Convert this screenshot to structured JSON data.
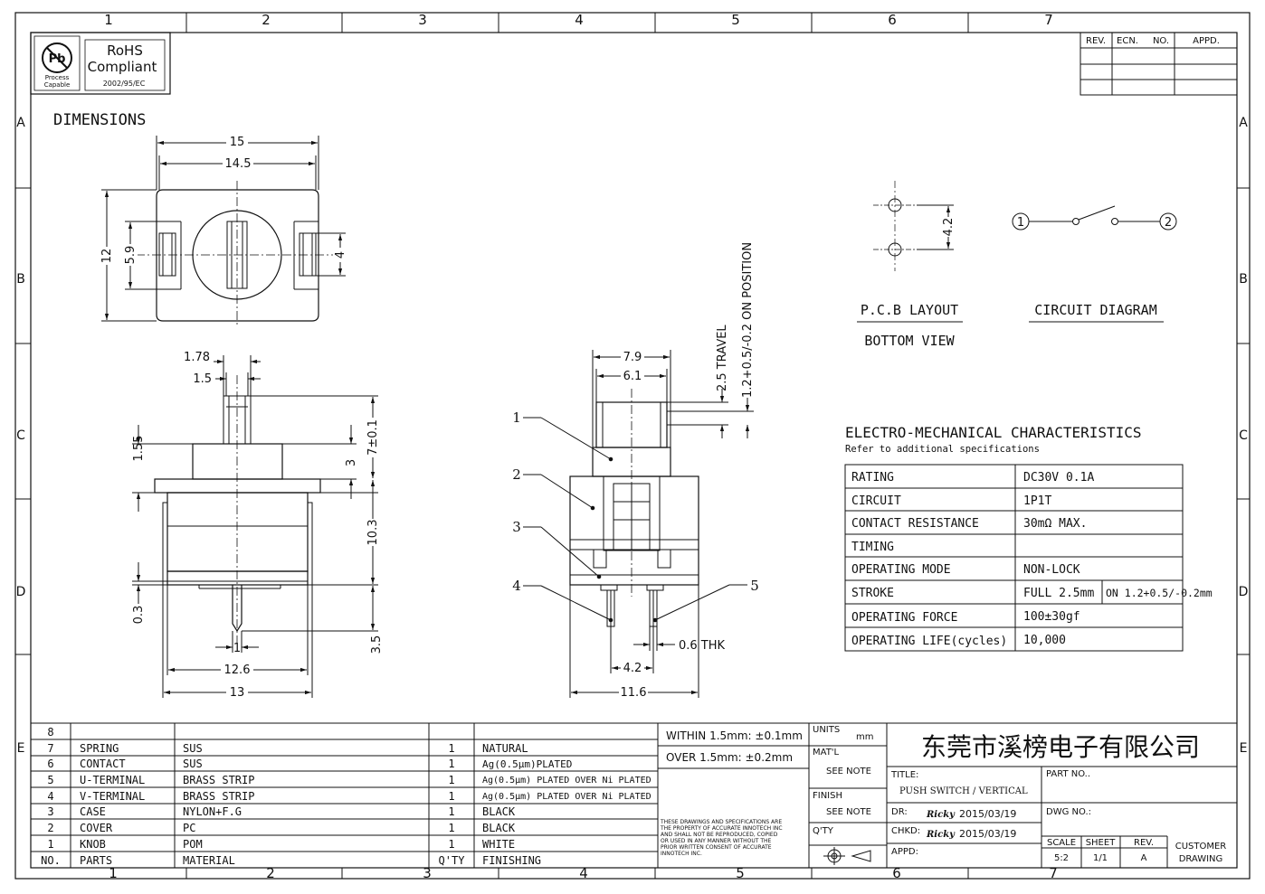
{
  "border": {
    "col_numbers": [
      "1",
      "2",
      "3",
      "4",
      "5",
      "6",
      "7"
    ],
    "row_letters": [
      "A",
      "B",
      "C",
      "D",
      "E"
    ]
  },
  "badge": {
    "pb": "Pb",
    "process_capable": [
      "Process",
      "Capable"
    ],
    "rohs": "RoHS",
    "compliant": "Compliant",
    "directive": "2002/95/EC"
  },
  "revision_block": {
    "rev": "REV.",
    "ecn": "ECN.",
    "no": "NO.",
    "appd": "APPD."
  },
  "dimensions_title": "DIMENSIONS",
  "top_view": {
    "w15": "15",
    "w145": "14.5",
    "h12": "12",
    "h59": "5.9",
    "h4": "4"
  },
  "side_view": {
    "d178": "1.78",
    "d15": "1.5",
    "d155": "1.55",
    "d3": "3",
    "d7": "7±0.1",
    "d103": "10.3",
    "d03": "0.3",
    "d35": "3.5",
    "d1": "1",
    "d126": "12.6",
    "d13": "13"
  },
  "front_view": {
    "d79": "7.9",
    "d61": "6.1",
    "travel": "2.5  TRAVEL",
    "on_position": "1.2+0.5/-0.2  ON POSITION",
    "callouts": [
      "1",
      "2",
      "3",
      "4",
      "5"
    ],
    "thk": "0.6  THK",
    "d42": "4.2",
    "d116": "11.6"
  },
  "pcb": {
    "d42": "4.2",
    "label1": "P.C.B LAYOUT",
    "label2": "BOTTOM  VIEW"
  },
  "circuit": {
    "n1": "1",
    "n2": "2",
    "label": "CIRCUIT  DIAGRAM"
  },
  "characteristics": {
    "title": "ELECTRO-MECHANICAL  CHARACTERISTICS",
    "subtitle": "Refer to additional specifications",
    "rows": [
      {
        "name": "RATING",
        "value": "DC30V  0.1A"
      },
      {
        "name": "CIRCUIT",
        "value": "1P1T"
      },
      {
        "name": "CONTACT  RESISTANCE",
        "value": "30mΩ  MAX."
      },
      {
        "name": "TIMING",
        "value": ""
      },
      {
        "name": "OPERATING  MODE",
        "value": "NON-LOCK"
      },
      {
        "name": "STROKE",
        "value": "FULL  2.5mm",
        "value2": "ON  1.2+0.5/-0.2mm"
      },
      {
        "name": "OPERATING  FORCE",
        "value": "100±30gf"
      },
      {
        "name": "OPERATING  LIFE(cycles)",
        "value": "10,000"
      }
    ]
  },
  "bom": {
    "header": {
      "no": "NO.",
      "parts": "PARTS",
      "material": "MATERIAL",
      "qty": "Q'TY",
      "finishing": "FINISHING"
    },
    "rows": [
      {
        "no": "8",
        "part": "",
        "material": "",
        "qty": "",
        "finishing": ""
      },
      {
        "no": "7",
        "part": "SPRING",
        "material": "SUS",
        "qty": "1",
        "finishing": "NATURAL"
      },
      {
        "no": "6",
        "part": "CONTACT",
        "material": "SUS",
        "qty": "1",
        "finishing": "Ag(0.5μm)PLATED"
      },
      {
        "no": "5",
        "part": "U-TERMINAL",
        "material": "BRASS STRIP",
        "qty": "1",
        "finishing": "Ag(0.5μm) PLATED OVER Ni PLATED"
      },
      {
        "no": "4",
        "part": "V-TERMINAL",
        "material": "BRASS STRIP",
        "qty": "1",
        "finishing": "Ag(0.5μm) PLATED OVER Ni PLATED"
      },
      {
        "no": "3",
        "part": "CASE",
        "material": "NYLON+F.G",
        "qty": "1",
        "finishing": "BLACK"
      },
      {
        "no": "2",
        "part": "COVER",
        "material": "PC",
        "qty": "1",
        "finishing": "BLACK"
      },
      {
        "no": "1",
        "part": "KNOB",
        "material": "POM",
        "qty": "1",
        "finishing": "WHITE"
      }
    ]
  },
  "title_block": {
    "tol1": "WITHIN  1.5mm: ±0.1mm",
    "tol2": "OVER  1.5mm: ±0.2mm",
    "disclaimer": [
      "THESE DRAWINGS AND SPECIFICATIONS ARE",
      "THE PROPERTY OF ACCURATE INNOTECH INC",
      "AND SHALL NOT BE REPRODUCED, COPIED",
      "OR USED IN ANY MANNER WITHOUT THE",
      "PRIOR WRITTEN CONSENT OF  ACCURATE",
      "INNOTECH INC."
    ],
    "units": "UNITS",
    "mm": "mm",
    "matl": "MAT'L",
    "see_note": "SEE NOTE",
    "finish": "FINISH",
    "see_note2": "SEE NOTE",
    "qty": "Q'TY",
    "company": "东莞市溪榜电子有限公司",
    "title_label": "TITLE:",
    "title_value": "PUSH SWITCH / VERTICAL",
    "part_no": "PART NO..",
    "dr": "DR:",
    "dr_name": "Ricky",
    "dr_date": "2015/03/19",
    "chkd": "CHKD:",
    "chkd_name": "Ricky",
    "chkd_date": "2015/03/19",
    "appd": "APPD:",
    "dwg_no": "DWG NO.:",
    "scale": "SCALE",
    "scale_val": "5:2",
    "sheet": "SHEET",
    "sheet_val": "1/1",
    "rev": "REV.",
    "rev_val": "A",
    "customer": "CUSTOMER",
    "drawing": "DRAWING"
  }
}
